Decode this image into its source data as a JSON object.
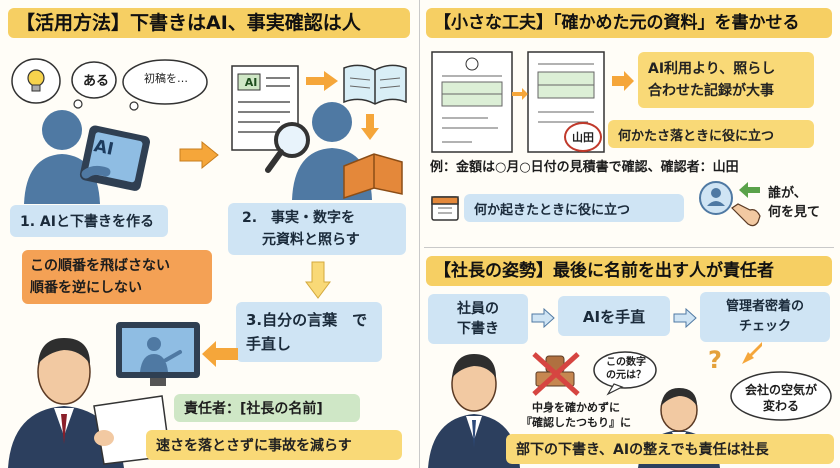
{
  "left": {
    "title": "【活用方法】下書きはAI、事実確認は人",
    "bubble_aru": "ある",
    "bubble_draft": "初稿を…",
    "tablet_text": "AI",
    "doc_ai_badge": "AI",
    "step1": "1. AIと下書きを作る",
    "step2_line1": "2.　事実・数字を",
    "step2_line2": "元資料と照らす",
    "warning_line1": "この順番を飛ばさない",
    "warning_line2": "順番を逆にしない",
    "step3_line1": "3.自分の言葉　で",
    "step3_line2": "手直し",
    "responsible": "責任者：[社長の名前]",
    "footer": "速さを落とさずに事故を減らす"
  },
  "top_right": {
    "title": "【小さな工夫】「確かめた元の資料」を書かせる",
    "box_line1": "AI利用より、照らし",
    "box_line2": "合わせた記録が大事",
    "stamp": "山田",
    "useful1": "何かたさ落ときに役に立つ",
    "example": "例：金額は○月○日付の見積書で確認、確認者：山田",
    "useful2": "何か起きたときに役に立つ",
    "who_line1": "誰が、",
    "who_line2": "何を見て"
  },
  "bottom_right": {
    "title": "【社長の姿勢】最後に名前を出す人が責任者",
    "flow1_line1": "社員の",
    "flow1_line2": "下書き",
    "flow2": "AIを手直",
    "flow3_line1": "管理者密着の",
    "flow3_line2": "チェック",
    "bubble_q_line1": "この数字",
    "bubble_q_line2": "の元は？",
    "bubble_air_line1": "会社の空気が",
    "bubble_air_line2": "変わる",
    "caption_line1": "中身を確かめずに",
    "caption_line2": "『確認したつもり』に",
    "footer": "部下の下書き、AIの整えでも責任は社長"
  },
  "colors": {
    "banner_yellow": "#f6cf63",
    "box_blue": "#cfe4f4",
    "arrow_orange": "#f5a63a",
    "warning_orange": "#f4a155",
    "responsible_green": "#cfe7c6",
    "figure_blue": "#4f79a3"
  }
}
